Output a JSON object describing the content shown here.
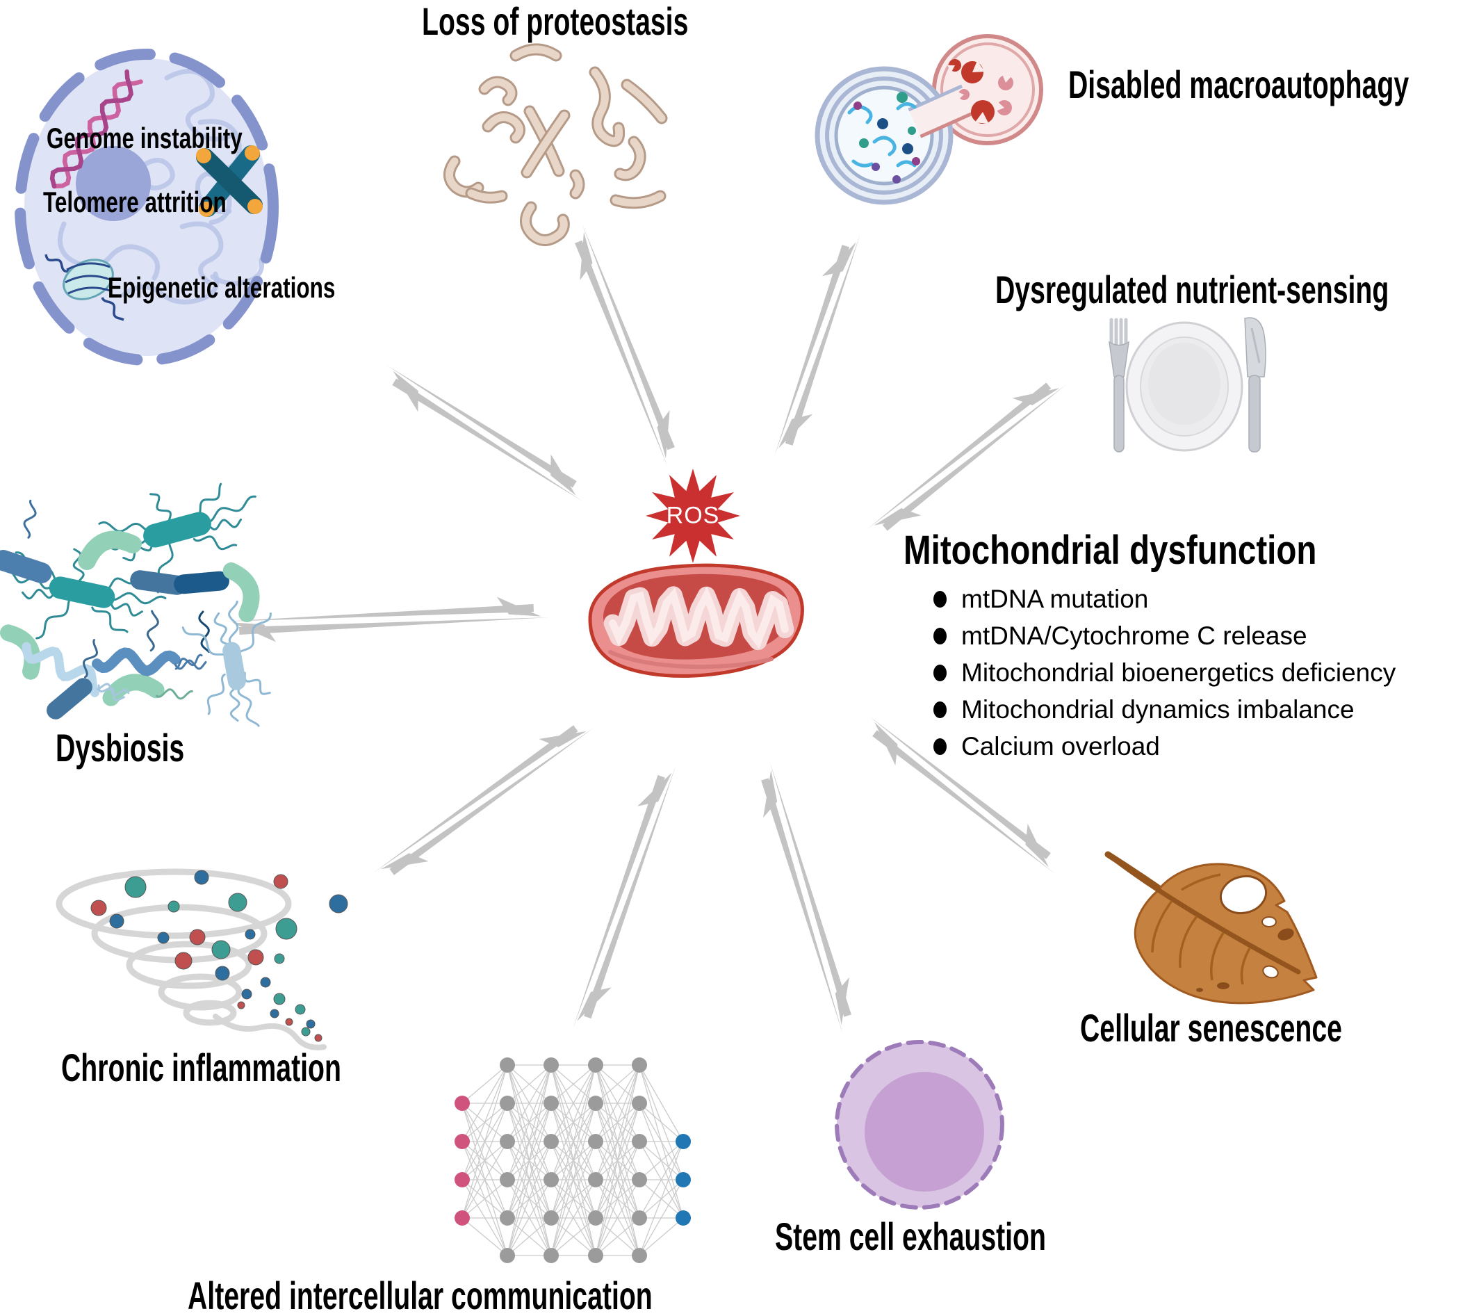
{
  "figure_type": "diagram",
  "labels": {
    "loss_of_proteostasis": "Loss of proteostasis",
    "disabled_macroautophagy": "Disabled macroautophagy",
    "dysregulated_nutrient_sensing": "Dysregulated nutrient-sensing",
    "genome_instability": "Genome instability",
    "telomere_attrition": "Telomere attrition",
    "epigenetic_alterations": "Epigenetic alterations",
    "dysbiosis": "Dysbiosis",
    "chronic_inflammation": "Chronic inflammation",
    "altered_intercellular_communication": "Altered intercellular communication",
    "stem_cell_exhaustion": "Stem cell exhaustion",
    "cellular_senescence": "Cellular senescence"
  },
  "center": {
    "ros": "ROS",
    "heading": "Mitochondrial dysfunction",
    "bullets": [
      "mtDNA mutation",
      "mtDNA/Cytochrome C release",
      "Mitochondrial bioenergetics deficiency",
      "Mitochondrial dynamics imbalance",
      "Calcium overload"
    ]
  },
  "connections": [
    {
      "from": "mitochondrial-dysfunction",
      "to": "nuclear-hallmarks",
      "bidirectional": true
    },
    {
      "from": "mitochondrial-dysfunction",
      "to": "loss-of-proteostasis",
      "bidirectional": true
    },
    {
      "from": "mitochondrial-dysfunction",
      "to": "disabled-macroautophagy",
      "bidirectional": true
    },
    {
      "from": "mitochondrial-dysfunction",
      "to": "dysregulated-nutrient-sensing",
      "bidirectional": true
    },
    {
      "from": "mitochondrial-dysfunction",
      "to": "dysbiosis",
      "bidirectional": true
    },
    {
      "from": "mitochondrial-dysfunction",
      "to": "chronic-inflammation",
      "bidirectional": true
    },
    {
      "from": "mitochondrial-dysfunction",
      "to": "altered-intercellular-communication",
      "bidirectional": true
    },
    {
      "from": "mitochondrial-dysfunction",
      "to": "stem-cell-exhaustion",
      "bidirectional": true
    },
    {
      "from": "mitochondrial-dysfunction",
      "to": "cellular-senescence",
      "bidirectional": true
    }
  ],
  "palette": {
    "arrow": "#c3c3c3",
    "ros_star": "#c9302f",
    "text": "#000000",
    "mito_outer": "#ea8e8e",
    "mito_inner": "#c64a46",
    "mito_cristae": "#f5d6d6",
    "nucleus_fill": "#dee4f6",
    "nucleus_envelope": "#8593cc",
    "node_pink": "#d0537d",
    "node_gray": "#9b9b9b",
    "node_blue": "#2077b4",
    "dot_red": "#c05050",
    "dot_teal": "#3e9d92",
    "dot_blue": "#2e6e9e",
    "leaf_brown": "#c5813f",
    "stemcell_purple": "#c69fd3",
    "protein_tan": "#e8d6c8",
    "bacteria_teal": "#2a9da1",
    "bacteria_green": "#93d0b8",
    "bacteria_blue": "#4d7fae"
  }
}
